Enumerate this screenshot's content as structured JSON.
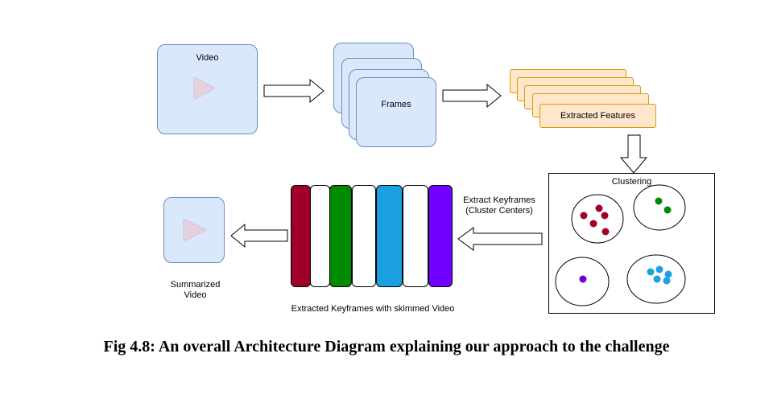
{
  "nodes": {
    "video": "Video",
    "frames": "Frames",
    "features": "Extracted Features",
    "clustering": "Clustering",
    "extract_keyframes_line1": "Extract Keyframes",
    "extract_keyframes_line2": "(Cluster Centers)",
    "keyframes_caption": "Extracted Keyframes with skimmed Video",
    "summarized_line1": "Summarized",
    "summarized_line2": "Video"
  },
  "keyframe_colors": [
    "#a00028",
    "#ffffff",
    "#008a00",
    "#ffffff",
    "#1ba1e2",
    "#ffffff",
    "#7000ff"
  ],
  "cluster_colors": {
    "red": "#a20025",
    "green": "#008a00",
    "purple": "#6a00d8",
    "blue": "#1ba1e2"
  },
  "card_fill": "#dae8fc",
  "feature_fill": "#ffe6cc",
  "caption": "Fig 4.8: An overall Architecture Diagram explaining our approach to the challenge"
}
